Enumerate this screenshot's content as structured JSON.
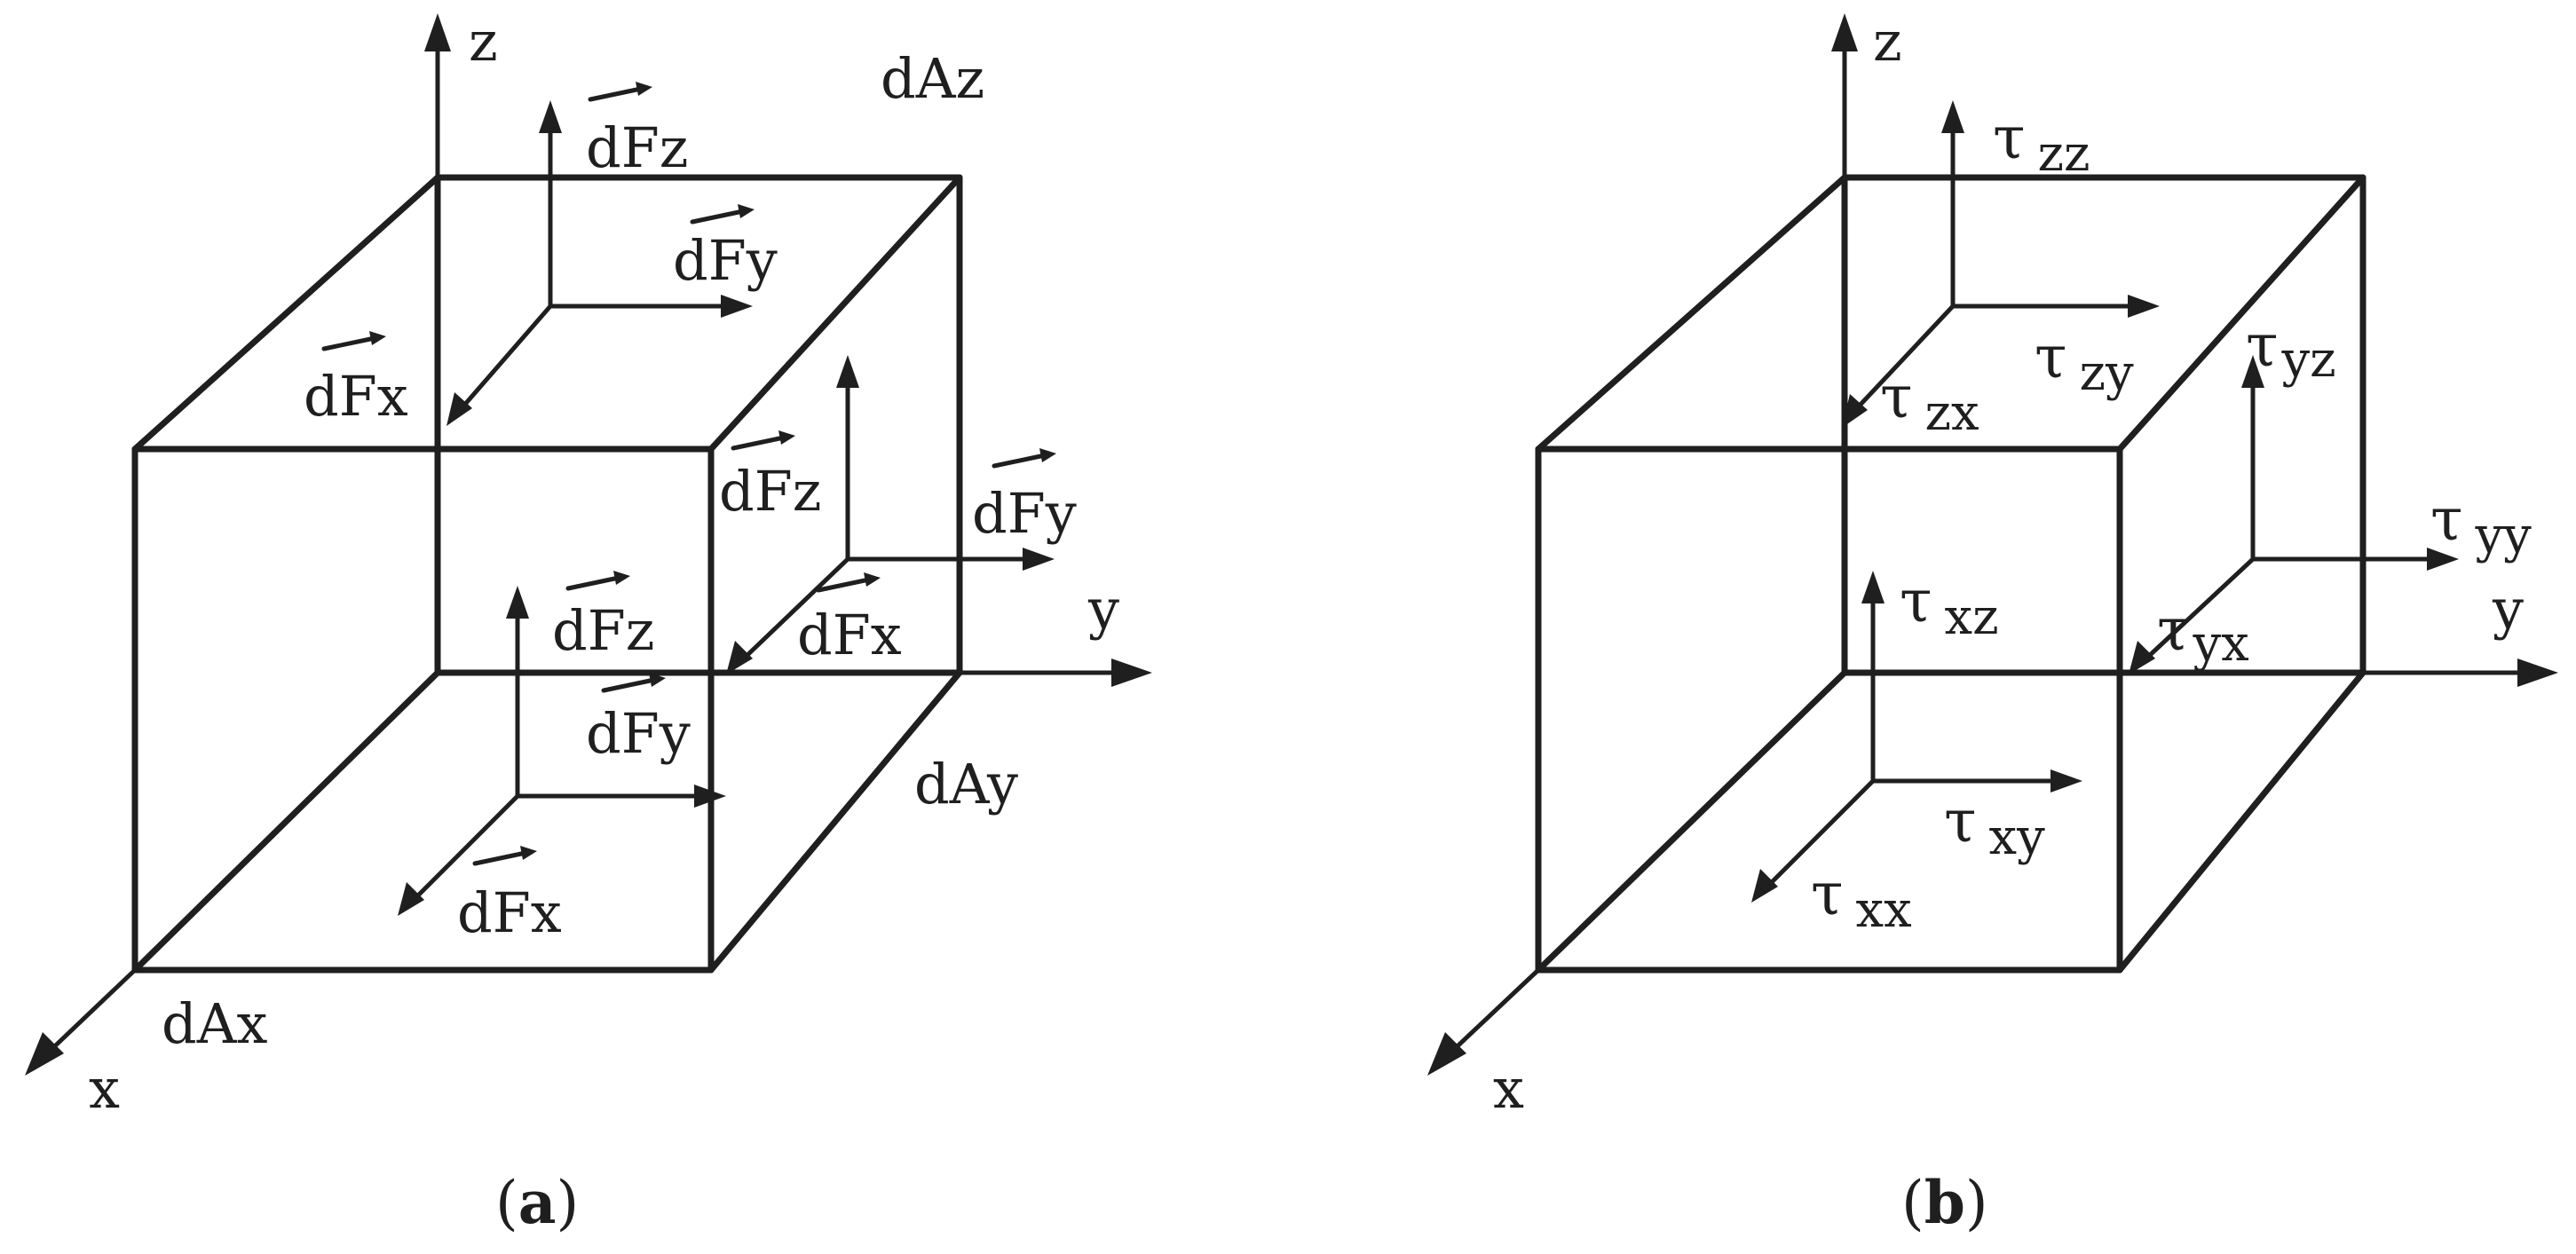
{
  "panel_a": {
    "axis_z": "z",
    "axis_y": "y",
    "axis_x": "x",
    "face_labels": {
      "top": "dAz",
      "side": "dAy",
      "front": "dAx"
    },
    "force_symbol": "dF",
    "top_face": {
      "z": "z",
      "y": "y",
      "x": "x"
    },
    "side_face": {
      "z": "z",
      "y": "y",
      "x": "x"
    },
    "front_face": {
      "z": "z",
      "y": "y",
      "x": "x"
    },
    "caption": {
      "open": "(",
      "letter": "a",
      "close": ")"
    }
  },
  "panel_b": {
    "axis_z": "z",
    "axis_y": "y",
    "axis_x": "x",
    "tau": "τ",
    "stresses": {
      "zz": "zz",
      "zy": "zy",
      "zx": "zx",
      "yz": "yz",
      "yy": "yy",
      "yx": "yx",
      "xz": "xz",
      "xy": "xy",
      "xx": "xx"
    },
    "caption": {
      "open": "(",
      "letter": "b",
      "close": ")"
    }
  }
}
